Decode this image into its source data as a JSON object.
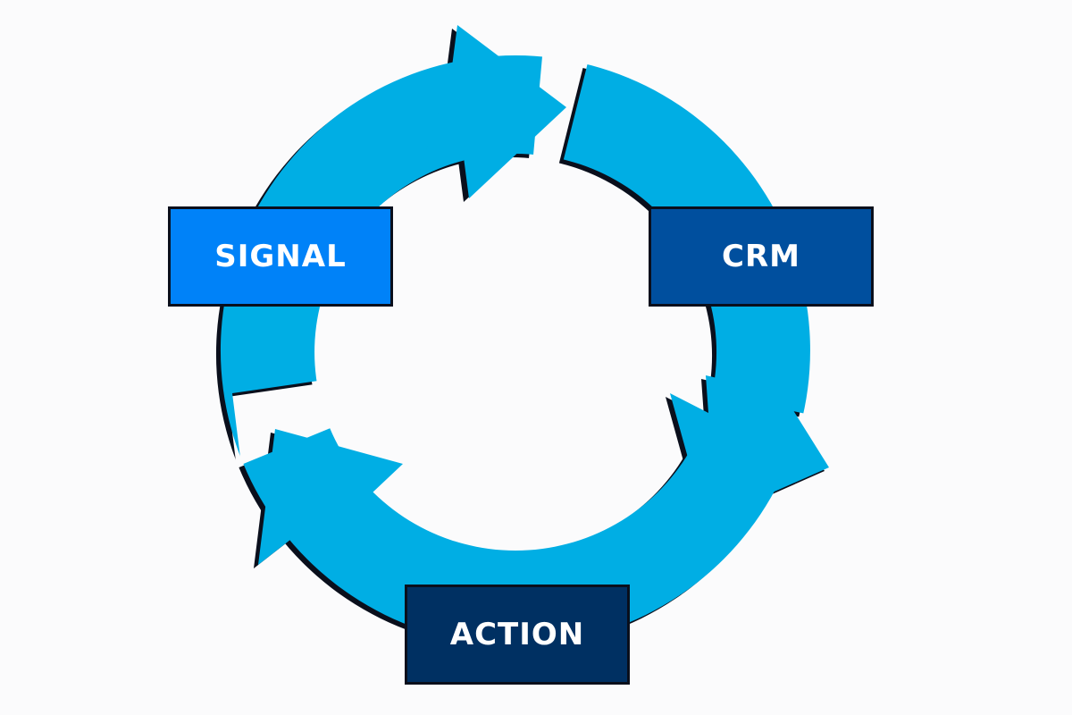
{
  "diagram": {
    "nodes": [
      {
        "id": "signal",
        "label": "SIGNAL",
        "color": "#0082f8"
      },
      {
        "id": "crm",
        "label": "CRM",
        "color": "#004f9e"
      },
      {
        "id": "action",
        "label": "ACTION",
        "color": "#003062"
      }
    ],
    "arrow_color": "#00aee4",
    "outline_color": "#0a0f1c",
    "flow": [
      "signal",
      "crm",
      "action",
      "signal"
    ]
  }
}
